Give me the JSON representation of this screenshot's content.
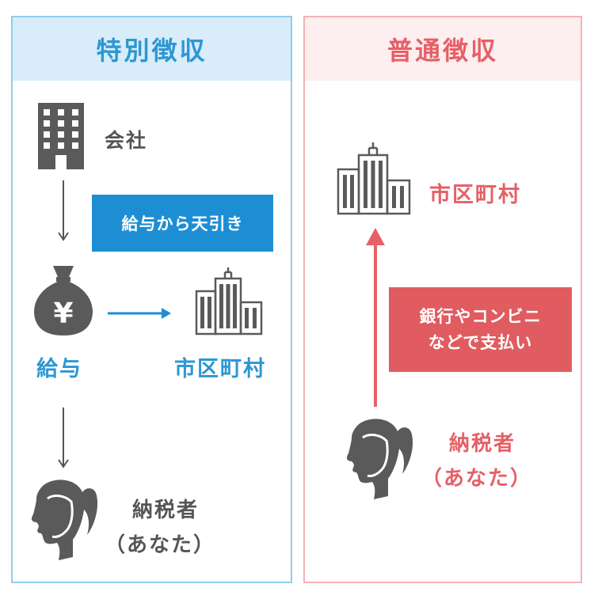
{
  "special": {
    "title": "特別徴収",
    "company": "会社",
    "deduction": "給与から天引き",
    "salary_icon_symbol": "¥",
    "salary": "給与",
    "municipality": "市区町村",
    "taxpayer_line1": "納税者",
    "taxpayer_line2": "（あなた）"
  },
  "ordinary": {
    "title": "普通徴収",
    "municipality": "市区町村",
    "payment_line1": "銀行やコンビニ",
    "payment_line2": "などで支払い",
    "taxpayer_line1": "納税者",
    "taxpayer_line2": "（あなた）"
  },
  "colors": {
    "blue": "#2c97d3",
    "blue_tag": "#1e8ed4",
    "red": "#e66066",
    "red_tag": "#e05c60",
    "icon_gray": "#5a5a5a"
  },
  "icons": [
    "office-building-icon",
    "money-bag-icon",
    "city-buildings-icon",
    "woman-profile-icon"
  ]
}
